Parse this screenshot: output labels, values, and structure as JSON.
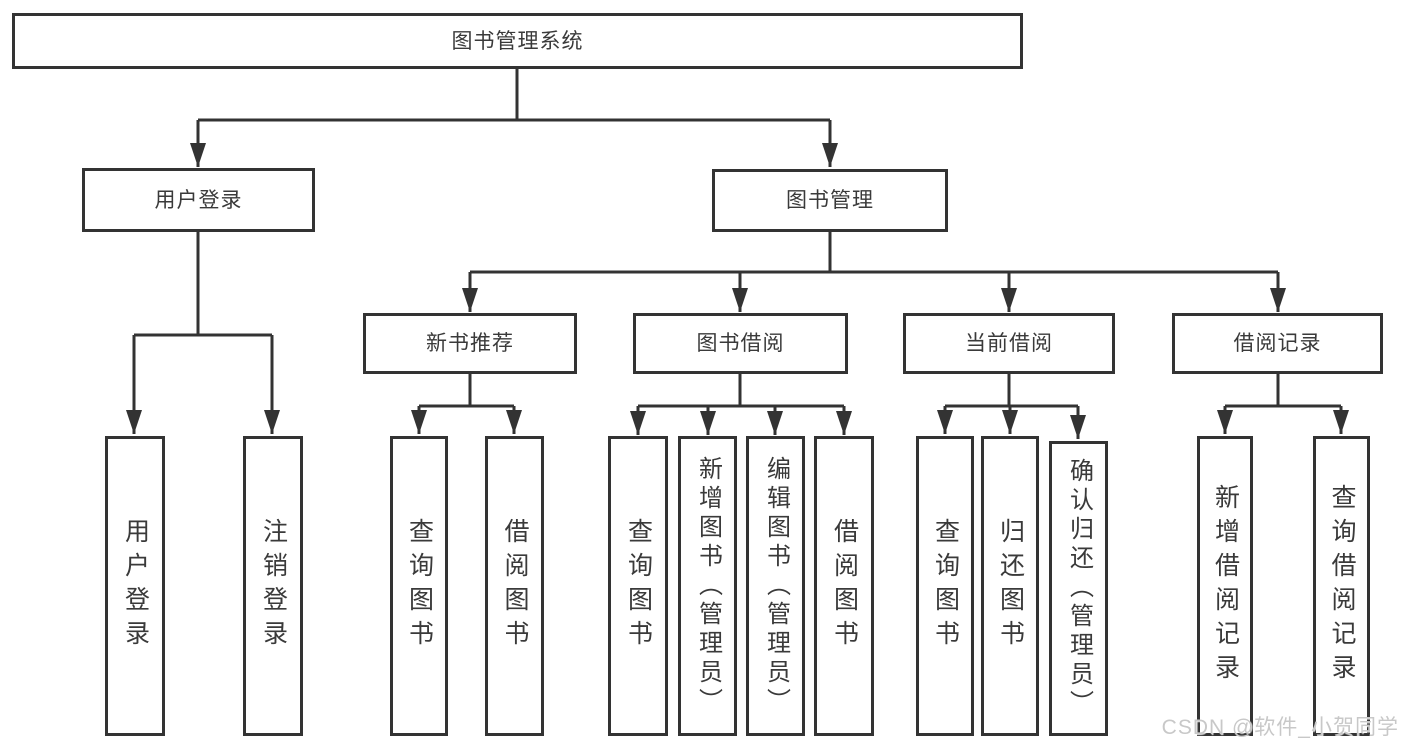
{
  "diagram": {
    "tree": {
      "label": "图书管理系统",
      "children": [
        {
          "label": "用户登录",
          "children": [
            {
              "label": "用户登录"
            },
            {
              "label": "注销登录"
            }
          ]
        },
        {
          "label": "图书管理",
          "children": [
            {
              "label": "新书推荐",
              "children": [
                {
                  "label": "查询图书"
                },
                {
                  "label": "借阅图书"
                }
              ]
            },
            {
              "label": "图书借阅",
              "children": [
                {
                  "label": "查询图书"
                },
                {
                  "label": "新增图书（管理员）"
                },
                {
                  "label": "编辑图书（管理员）"
                },
                {
                  "label": "借阅图书"
                }
              ]
            },
            {
              "label": "当前借阅",
              "children": [
                {
                  "label": "查询图书"
                },
                {
                  "label": "归还图书"
                },
                {
                  "label": "确认归还（管理员）"
                }
              ]
            },
            {
              "label": "借阅记录",
              "children": [
                {
                  "label": "新增借阅记录"
                },
                {
                  "label": "查询借阅记录"
                }
              ]
            }
          ]
        }
      ]
    },
    "colors": {
      "line": "#333333",
      "box_border": "#333333",
      "box_fill": "#ffffff",
      "text": "#3a3a3a",
      "watermark": "#c8c8c8",
      "background": "#ffffff"
    }
  },
  "watermark": {
    "text": "CSDN @软件_小贺同学"
  }
}
